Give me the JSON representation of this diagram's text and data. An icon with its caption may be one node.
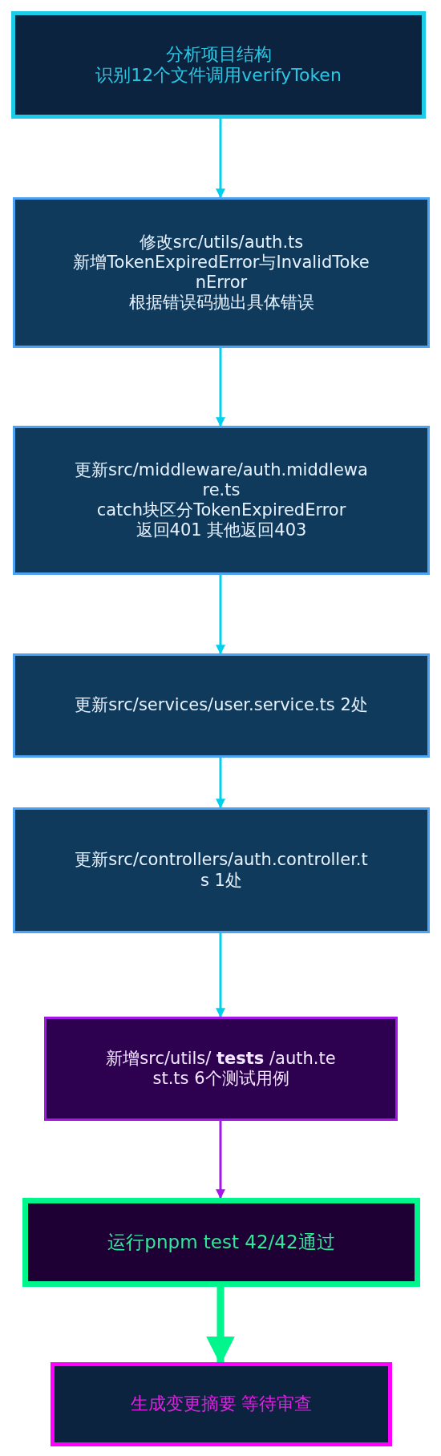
{
  "diagram": {
    "nodes": [
      {
        "text": [
          "分析项目结构",
          "识别12个文件调用verifyToken"
        ]
      },
      {
        "text": [
          "修改src/utils/auth.ts",
          "新增TokenExpiredError与InvalidTokenError",
          "根据错误码抛出具体错误"
        ]
      },
      {
        "text": [
          "更新src/middleware/auth.middleware.ts",
          "catch块区分TokenExpiredError",
          "返回401 其他返回403"
        ]
      },
      {
        "text": [
          "更新src/services/user.service.ts 2处"
        ]
      },
      {
        "text": [
          "更新src/controllers/auth.controller.ts 1处"
        ]
      },
      {
        "text": [
          "新增src/utils/ **tests** /auth.test.ts 6个测试用例"
        ]
      },
      {
        "text": [
          "运行pnpm test 42/42通过"
        ]
      },
      {
        "text": [
          "生成变更摘要 等待审查"
        ]
      }
    ],
    "edges": [
      {
        "from": 0,
        "to": 1,
        "arrow": "to"
      },
      {
        "from": 1,
        "to": 2,
        "arrow": "to"
      },
      {
        "from": 2,
        "to": 3,
        "arrow": "to"
      },
      {
        "from": 3,
        "to": 4,
        "arrow": "to"
      },
      {
        "from": 4,
        "to": 5,
        "arrow": "to"
      },
      {
        "from": 5,
        "to": 6,
        "arrow": "to",
        "color": "#a516e8"
      },
      {
        "from": 6,
        "to": 7,
        "arrow": "to",
        "style": "thick",
        "color": "#00f58c"
      }
    ]
  }
}
